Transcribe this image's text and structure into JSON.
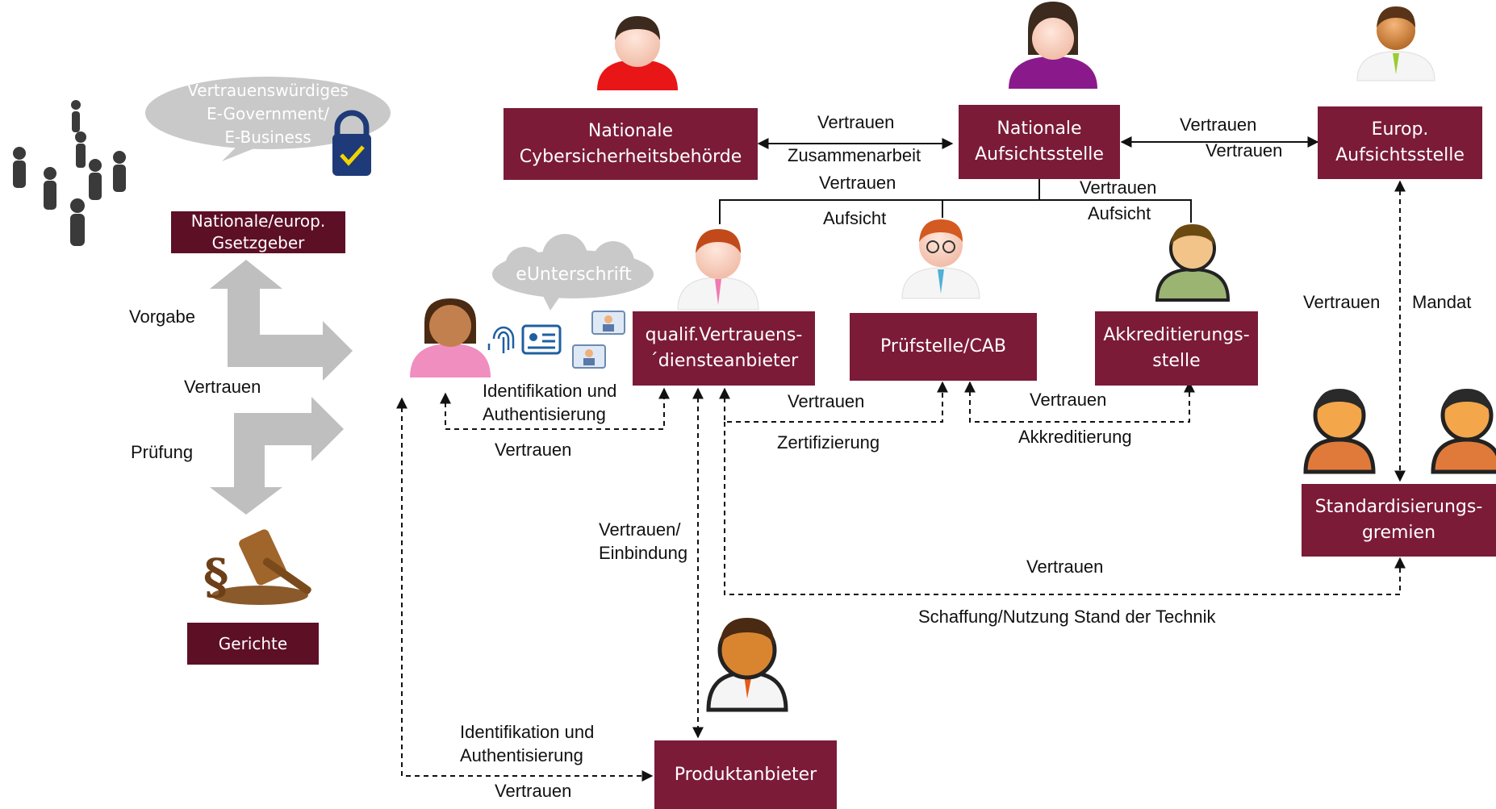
{
  "boxes": {
    "cyber": "Nationale\nCybersicherheitsbehörde",
    "national_supervision": "Nationale\nAufsichtsstelle",
    "euro_supervision": "Europ.\nAufsichtsstelle",
    "qtsp": "qualif.Vertrauens-\n´diensteanbieter",
    "cab": "Prüfstelle/CAB",
    "accreditation": "Akkreditierungs-\nstelle",
    "standards": "Standardisierungs-\ngremien",
    "product": "Produktanbieter",
    "legislator": "Nationale/europ.\nGsetzgeber",
    "courts": "Gerichte"
  },
  "clouds": {
    "egov": "Vertrauenswürdiges\nE-Government/\nE-Business",
    "esign": "eUnterschrift"
  },
  "labels": {
    "cyber_nat_trust": "Vertrauen",
    "cyber_nat_coop": "Zusammenarbeit",
    "nat_euro_trust_1": "Vertrauen",
    "nat_euro_trust_2": "Vertrauen",
    "nat_left_trust": "Vertrauen",
    "nat_left_super": "Aufsicht",
    "nat_right_trust": "Vertrauen",
    "nat_right_super": "Aufsicht",
    "euro_std_trust": "Vertrauen",
    "euro_std_mandate": "Mandat",
    "user_qtsp_ident": "Identifikation und\nAuthentisierung",
    "user_qtsp_trust": "Vertrauen",
    "qtsp_cab_trust": "Vertrauen",
    "qtsp_cab_cert": "Zertifizierung",
    "cab_acc_trust": "Vertrauen",
    "cab_acc_accr": "Akkreditierung",
    "qtsp_product": "Vertrauen/\nEinbindung",
    "qtsp_std_trust": "Vertrauen",
    "qtsp_std_tech": "Schaffung/Nutzung Stand der Technik",
    "user_product_ident": "Identifikation und\nAuthentisierung",
    "user_product_trust": "Vertrauen",
    "vorgabe": "Vorgabe",
    "left_trust": "Vertrauen",
    "pruefung": "Prüfung"
  },
  "icons": {
    "persons": [
      "person-red-icon",
      "person-purple-icon",
      "person-tie-icon",
      "person-qtsp-icon",
      "person-glasses-icon",
      "person-green-icon",
      "person-user-icon",
      "person-orange-icon",
      "person-orange-icon",
      "person-product-icon"
    ],
    "other": [
      "crowd-icon",
      "padlock-eu-icon",
      "fingerprint-icon",
      "id-card-icon",
      "video-call-icon",
      "gavel-paragraph-icon"
    ]
  },
  "colors": {
    "box": "#7b1b38",
    "box_dark": "#5d0f26",
    "cloud": "#c9c9c9",
    "arrow_grey": "#bfbfbf",
    "person_red": "#e81616",
    "person_purple": "#8a1a8c",
    "person_green": "#9bb472",
    "person_user": "#f08ec0",
    "person_orange": "#e07a3a"
  }
}
